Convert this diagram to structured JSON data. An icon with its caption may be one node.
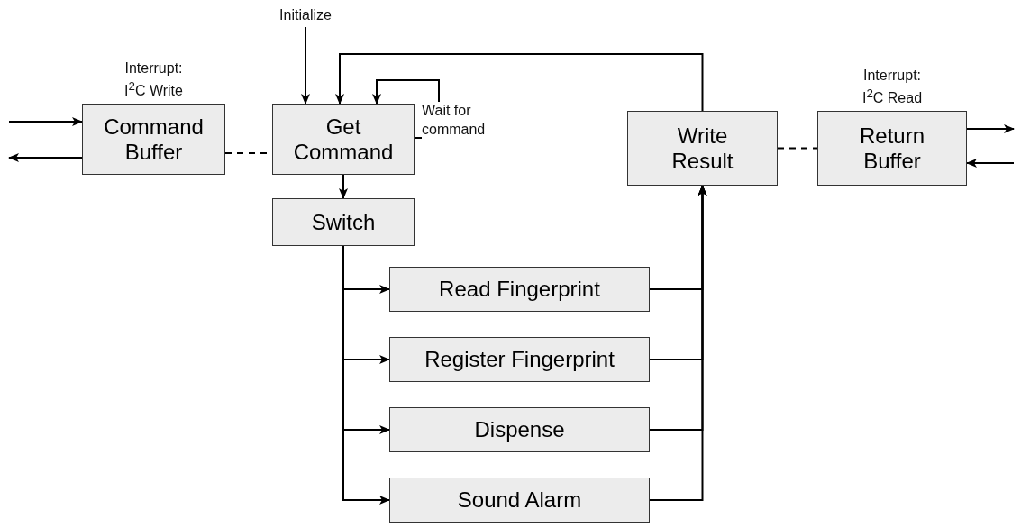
{
  "diagram": {
    "nodes": [
      {
        "text": [
          "Command Buffer"
        ],
        "beside": [
          "Interrupt: I$^{2}$C Write"
        ]
      },
      {
        "text": [
          "Get Command"
        ]
      },
      {
        "text": [
          "Switch"
        ]
      },
      {
        "text": [
          "Write Result"
        ]
      },
      {
        "text": [
          "Return Buffer"
        ],
        "beside": [
          "Interrupt: I$^{2}$C Read"
        ]
      },
      {
        "text": [
          "Read Fingerprint"
        ]
      },
      {
        "text": [
          "Register Fingerprint"
        ]
      },
      {
        "text": [
          "Dispense"
        ]
      },
      {
        "text": [
          "Sound Alarm"
        ]
      },
      {
        "text": [
          "Initialize"
        ]
      }
    ],
    "edges": [
      {
        "from": null,
        "to": 0,
        "arrow": "to"
      },
      {
        "from": 0,
        "to": null,
        "arrow": "to"
      },
      {
        "from": 0,
        "to": 1,
        "arrow": "none",
        "style": "dashed"
      },
      {
        "from": 9,
        "to": 1,
        "arrow": "to"
      },
      {
        "from": 3,
        "to": 1,
        "arrow": "to"
      },
      {
        "from": 1,
        "to": 1,
        "arrow": "to",
        "label": "Wait for command"
      },
      {
        "from": 1,
        "to": 2,
        "arrow": "to"
      },
      {
        "from": 2,
        "to": 5,
        "arrow": "to"
      },
      {
        "from": 2,
        "to": 6,
        "arrow": "to"
      },
      {
        "from": 2,
        "to": 7,
        "arrow": "to"
      },
      {
        "from": 2,
        "to": 8,
        "arrow": "to"
      },
      {
        "from": 5,
        "to": 3,
        "arrow": "to"
      },
      {
        "from": 6,
        "to": 3,
        "arrow": "to"
      },
      {
        "from": 7,
        "to": 3,
        "arrow": "to"
      },
      {
        "from": 8,
        "to": 3,
        "arrow": "to"
      },
      {
        "from": 3,
        "to": 4,
        "arrow": "none",
        "style": "dashed"
      },
      {
        "from": 4,
        "to": null,
        "arrow": "to"
      },
      {
        "from": null,
        "to": 4,
        "arrow": "to"
      }
    ]
  }
}
